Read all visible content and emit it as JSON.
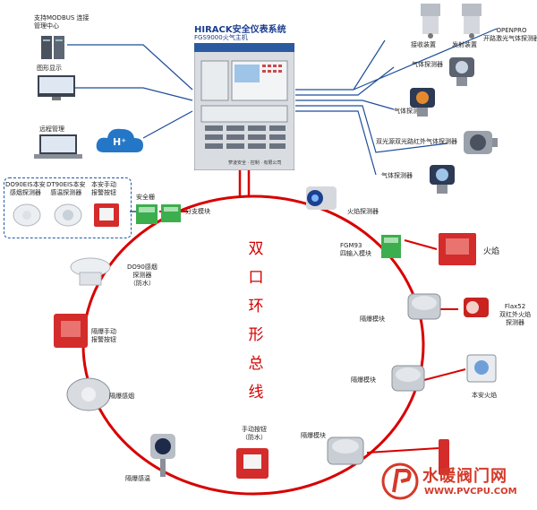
{
  "controller": {
    "title": "HIRACK安全仪表系统",
    "subtitle": "FGS9000火气主机",
    "footer": "萝凌安全 · 控制 · 有限公司"
  },
  "ring_label": [
    "双",
    "口",
    "环",
    "形",
    "总",
    "线"
  ],
  "left_top": {
    "modbus": "支持MODBUS 连接\n管理中心",
    "graphics": "图形显示",
    "remote": "远程管理",
    "cloud_badge": "H⁺"
  },
  "right_top": {
    "receiver": "接收装置",
    "transmitter": "发射装置",
    "openpro": "OPENPRO\n开路激光气体探测器",
    "gas1": "气体探测器",
    "gas2": "气体探测器",
    "dual": "双光源双光路红外气体探测器",
    "gas3": "气体探测器"
  },
  "dash_group": {
    "do90eis": "DO90EIS本安\n感烟探测器",
    "dt90eis": "DT90EIS本安\n感温探测器",
    "manual": "本安手动\n报警按钮",
    "barrier": "安全栅"
  },
  "ring_devices": {
    "branch": "分支模块",
    "flame": "火焰探测器",
    "fgm93": "FGM93\n四输入模块",
    "iso1": "隔爆模块",
    "iso2": "隔爆模块",
    "iso3": "隔爆模块",
    "manual_wp": "手动按钮\n（防水）",
    "temp": "隔爆感温",
    "smoke_ex": "隔爆感烟",
    "manual_ex": "隔爆手动\n报警按钮",
    "do90": "DO90感烟\n探测器\n（防水）"
  },
  "right_devices": {
    "flame_red": "火焰",
    "flax52": "Flax52\n双红外火焰\n探测器",
    "safe_flame": "本安火焰"
  },
  "logo": {
    "name": "水暖阀门网",
    "url": "WWW.PVCPU.COM"
  },
  "colors": {
    "bus": "#d80000",
    "link": "#1f4e9a",
    "accent": "#1a3d8f"
  }
}
